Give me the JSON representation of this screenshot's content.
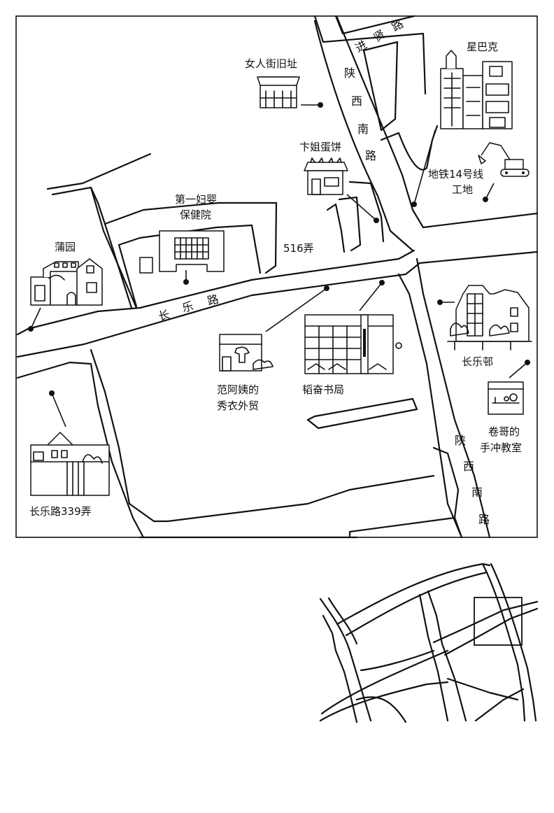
{
  "roads": {
    "jinxian": [
      "进",
      "贤",
      "路"
    ],
    "shaanxi_north": [
      "陕",
      "西",
      "南",
      "路"
    ],
    "changle": [
      "长",
      "乐",
      "路"
    ],
    "shaanxi_south": [
      "陕",
      "西",
      "南",
      "路"
    ],
    "lane516": "516弄"
  },
  "places": {
    "women_street": "女人街旧址",
    "starbucks": "星巴克",
    "bianjie": "卞姐蛋饼",
    "metro_line1": "地铁14号线",
    "metro_line2": "工地",
    "hospital_line1": "第一妇婴",
    "hospital_line2": "保健院",
    "puyuan": "蒲园",
    "fan_line1": "范阿姨的",
    "fan_line2": "秀衣外贸",
    "daofen": "韬奋书局",
    "changle_yong": "长乐邨",
    "juange_line1": "卷哥的",
    "juange_line2": "手冲教室",
    "lane339": "长乐路339弄"
  },
  "colors": {
    "ink": "#111111",
    "paper": "#ffffff"
  }
}
